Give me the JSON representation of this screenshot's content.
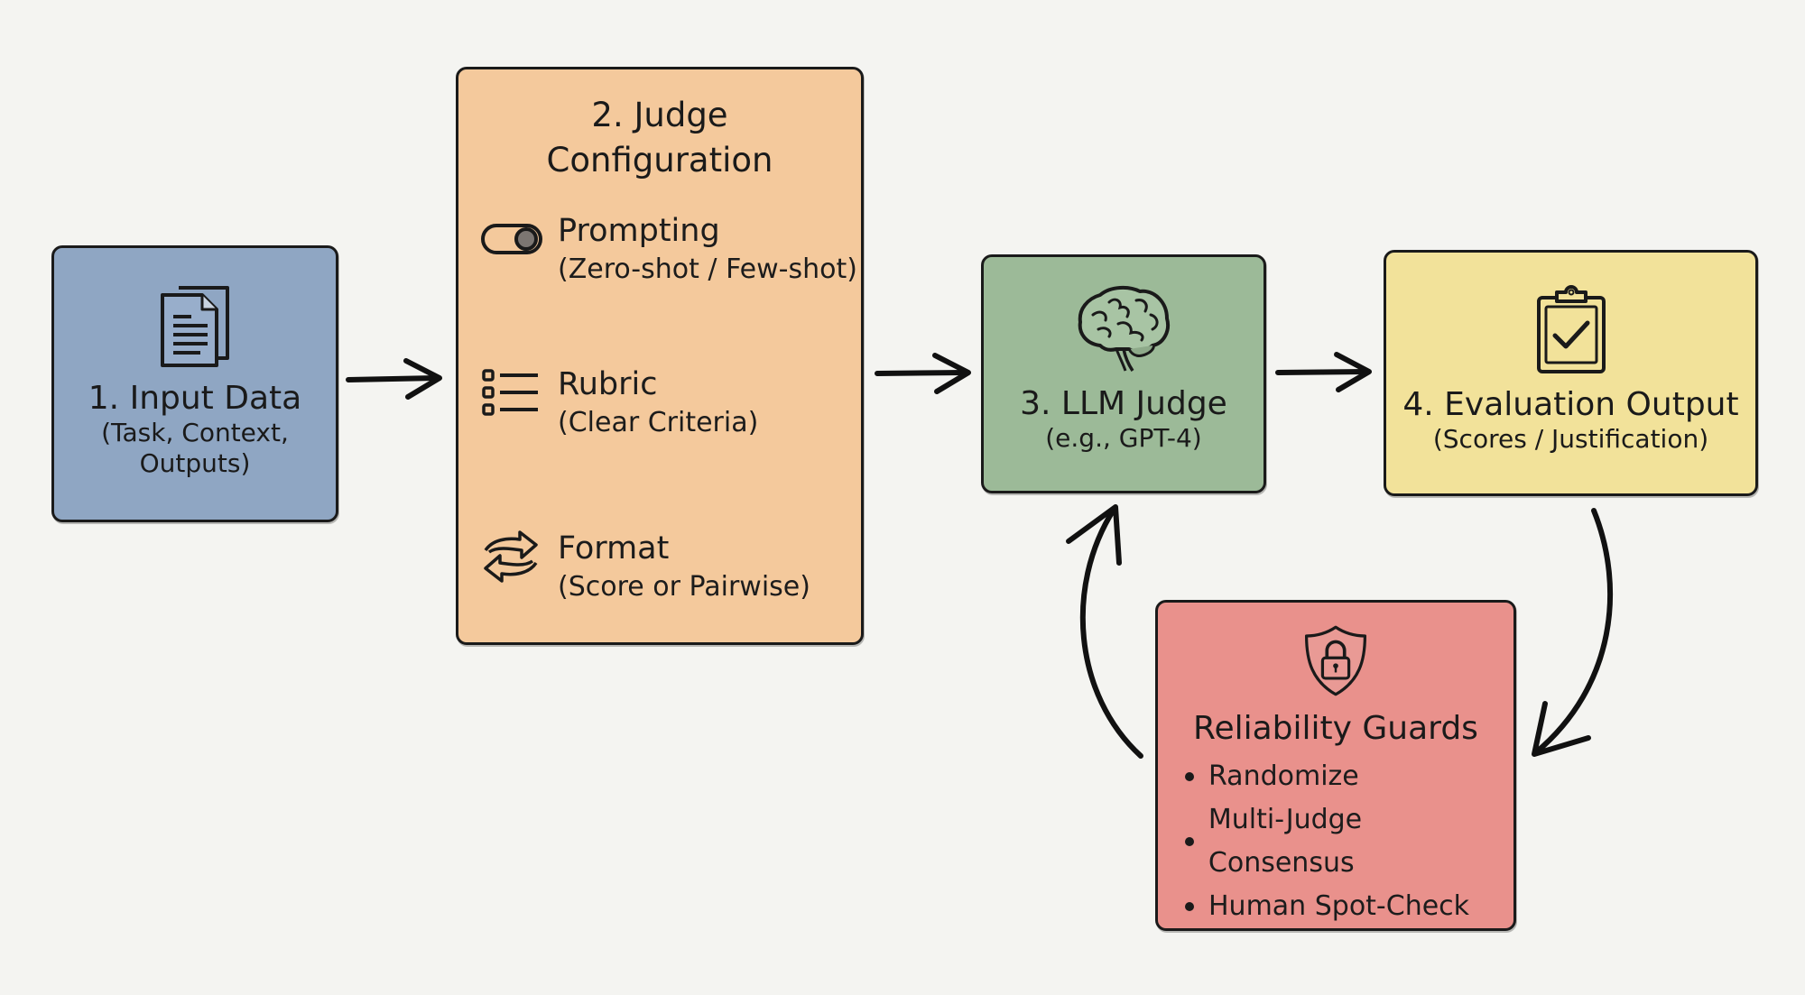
{
  "diagram": {
    "colors": {
      "background": "#f4f4f1",
      "input_data": "#8fa6c3",
      "judge_configuration": "#f4c99c",
      "llm_judge": "#9cba98",
      "evaluation_output": "#f2e29a",
      "reliability_guards": "#e9918c",
      "stroke": "#1a1a1a"
    },
    "nodes": {
      "input_data": {
        "icon": "document-icon",
        "title": "1. Input Data",
        "subtitle_line1": "(Task, Context,",
        "subtitle_line2": "Outputs)"
      },
      "judge_configuration": {
        "title_line1": "2. Judge",
        "title_line2": "Configuration",
        "items": [
          {
            "icon": "toggle-icon",
            "label": "Prompting",
            "detail": "(Zero-shot / Few-shot)"
          },
          {
            "icon": "checklist-icon",
            "label": "Rubric",
            "detail": "(Clear Criteria)"
          },
          {
            "icon": "swap-arrows-icon",
            "label": "Format",
            "detail": "(Score or Pairwise)"
          }
        ]
      },
      "llm_judge": {
        "icon": "brain-icon",
        "title": "3. LLM Judge",
        "subtitle": "(e.g., GPT-4)"
      },
      "evaluation_output": {
        "icon": "clipboard-check-icon",
        "title": "4. Evaluation Output",
        "subtitle": "(Scores / Justification)"
      },
      "reliability_guards": {
        "icon": "shield-lock-icon",
        "title": "Reliability Guards",
        "items": [
          "Randomize",
          "Multi-Judge Consensus",
          "Human Spot-Check"
        ]
      }
    },
    "edges": [
      {
        "from": "input_data",
        "to": "judge_configuration"
      },
      {
        "from": "judge_configuration",
        "to": "llm_judge"
      },
      {
        "from": "llm_judge",
        "to": "evaluation_output"
      },
      {
        "from": "evaluation_output",
        "to": "reliability_guards"
      },
      {
        "from": "reliability_guards",
        "to": "llm_judge"
      }
    ]
  }
}
